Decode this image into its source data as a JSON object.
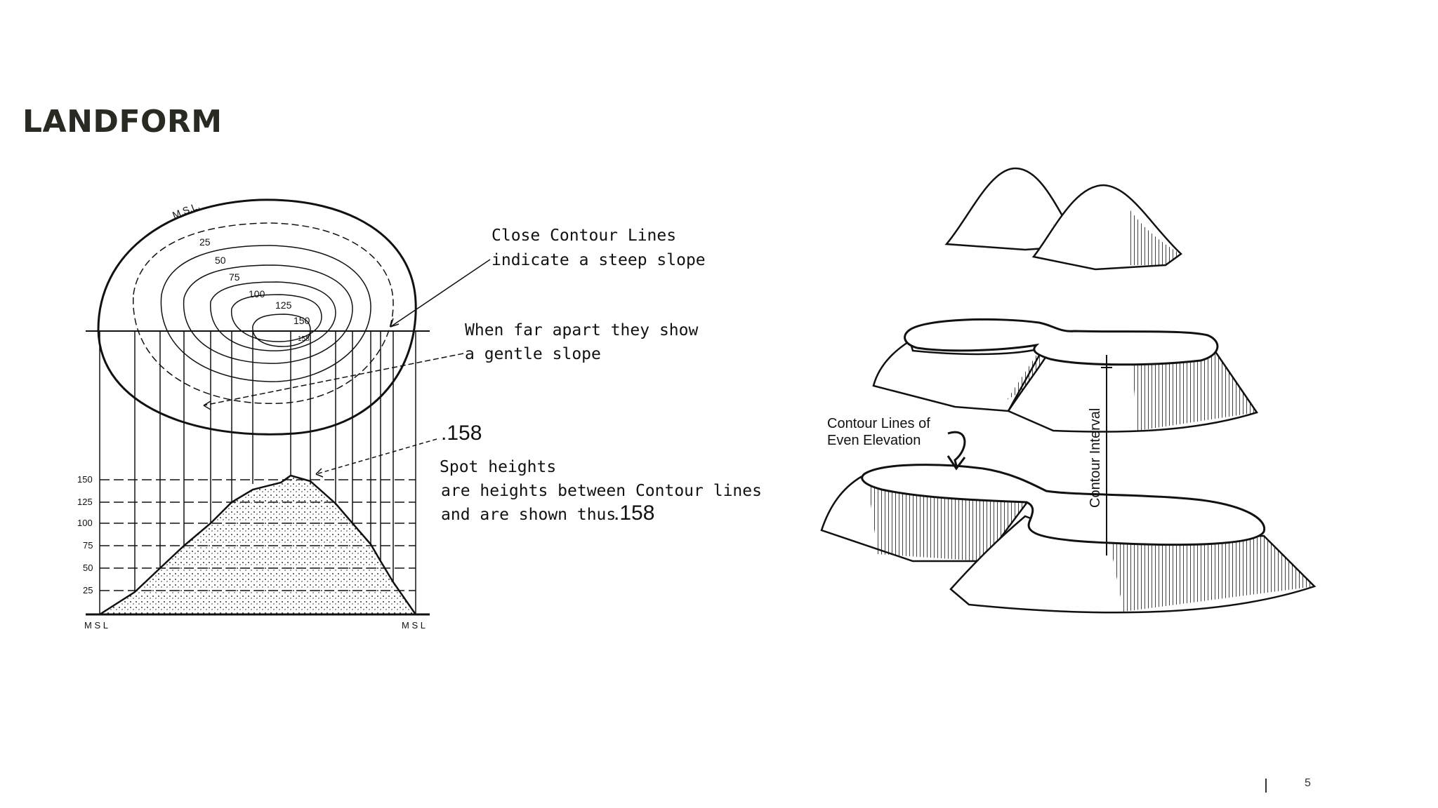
{
  "title": "LANDFORM",
  "left_diagram": {
    "msl_top": "M.S.L.",
    "contours": [
      "25",
      "50",
      "75",
      "100",
      "125",
      "150",
      "158"
    ],
    "axis_values": [
      "150",
      "125",
      "100",
      "75",
      "50",
      "25"
    ],
    "msl_left": "M S L",
    "msl_right": "M S L",
    "note_steep_1": "Close Contour Lines",
    "note_steep_2": "indicate a steep slope",
    "note_gentle_1": "When far apart they show",
    "note_gentle_2": "a gentle slope",
    "spot_value": ".158",
    "spot_1": "Spot heights",
    "spot_2": "are heights between Contour lines",
    "spot_3": "and are shown thus",
    "spot_value_2": ".158"
  },
  "right_diagram": {
    "label_even_1": "Contour Lines of",
    "label_even_2": "Even Elevation",
    "label_interval": "Contour Interval"
  },
  "footer": {
    "page_number": "5"
  }
}
